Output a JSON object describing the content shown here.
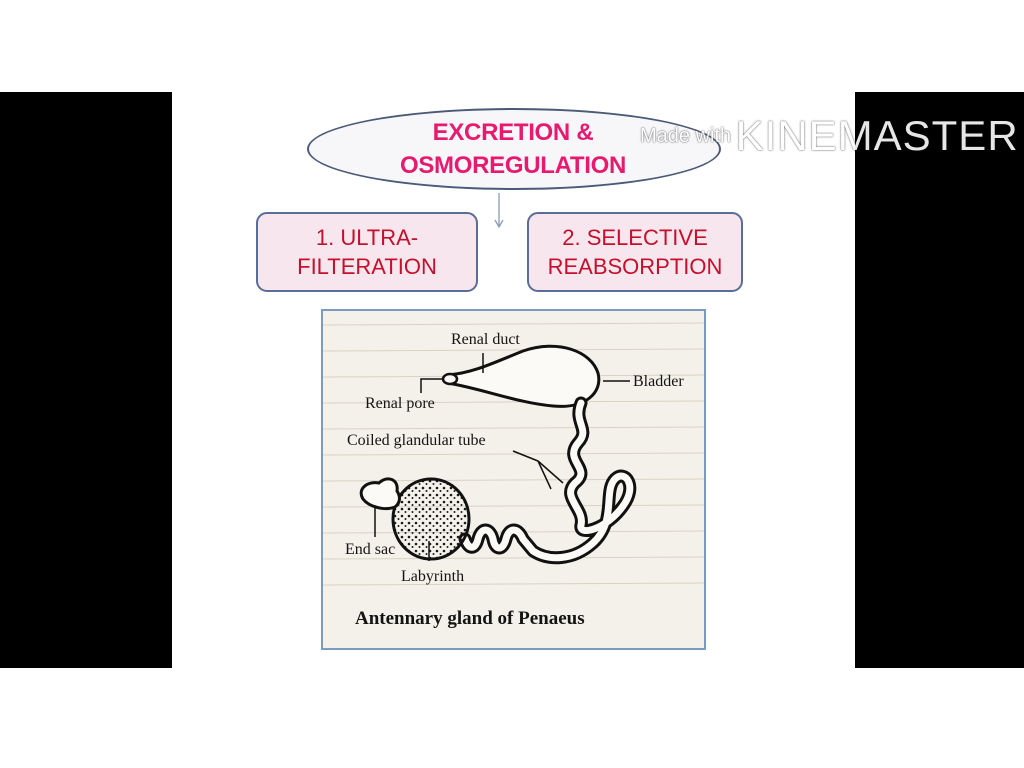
{
  "title": {
    "line1": "EXCRETION &",
    "line2": "OSMOREGULATION"
  },
  "boxes": [
    {
      "line1": "1. ULTRA-",
      "line2": "FILTERATION"
    },
    {
      "line1": "2. SELECTIVE",
      "line2": "REABSORPTION"
    }
  ],
  "figure": {
    "labels": {
      "renal_duct": "Renal duct",
      "bladder": "Bladder",
      "renal_pore": "Renal pore",
      "coiled_tube": "Coiled glandular tube",
      "end_sac": "End sac",
      "labyrinth": "Labyrinth"
    },
    "caption": "Antennary gland of Penaeus"
  },
  "watermark": {
    "small": "Made with",
    "big": "KINEMASTER"
  },
  "colors": {
    "title_text": "#e8196e",
    "box_text": "#c4102b",
    "box_fill": "#f8e6ee",
    "box_border": "#5a6d96",
    "figure_border": "#7a9cc2"
  }
}
